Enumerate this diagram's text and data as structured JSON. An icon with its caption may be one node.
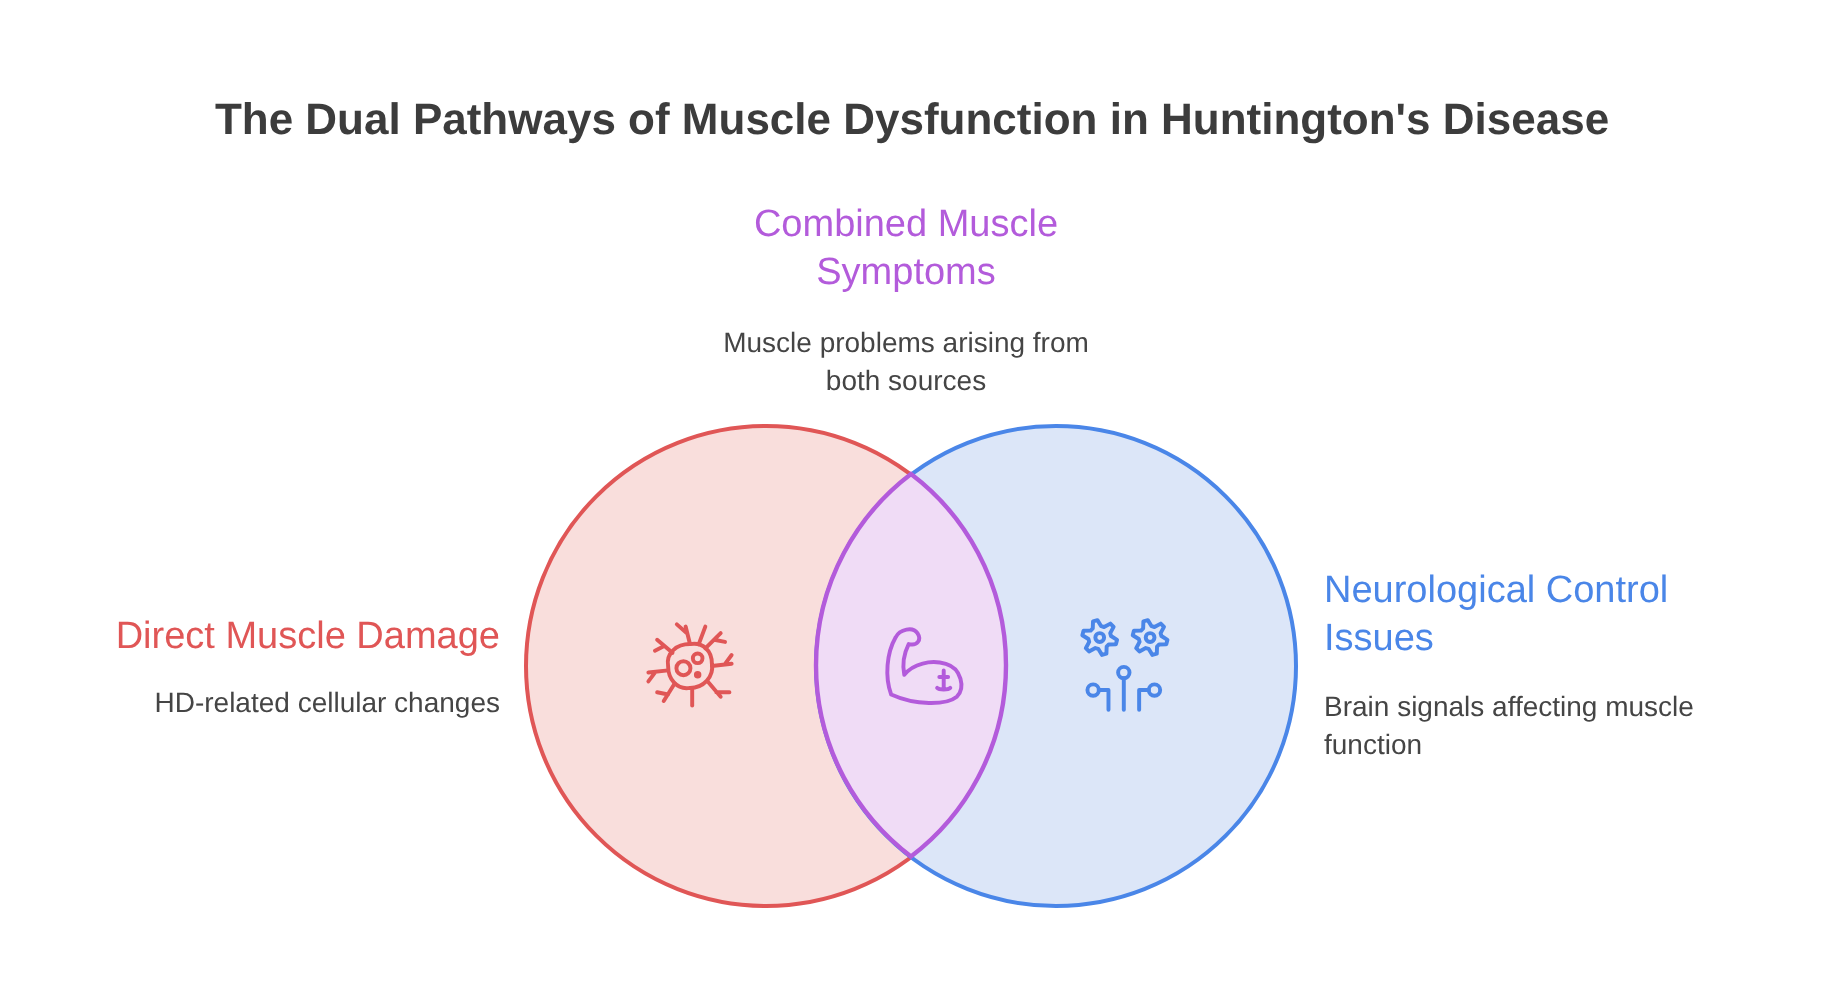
{
  "diagram": {
    "title": "The Dual Pathways of Muscle Dysfunction in Huntington's Disease",
    "nodes": [
      {
        "text": [
          "Combined Muscle Symptoms",
          "Muscle problems arising from both sources"
        ]
      },
      {
        "text": [
          "Direct Muscle Damage",
          "HD-related cellular changes"
        ]
      },
      {
        "text": [
          "Neurological Control Issues",
          "Brain signals affecting muscle function"
        ]
      }
    ]
  }
}
